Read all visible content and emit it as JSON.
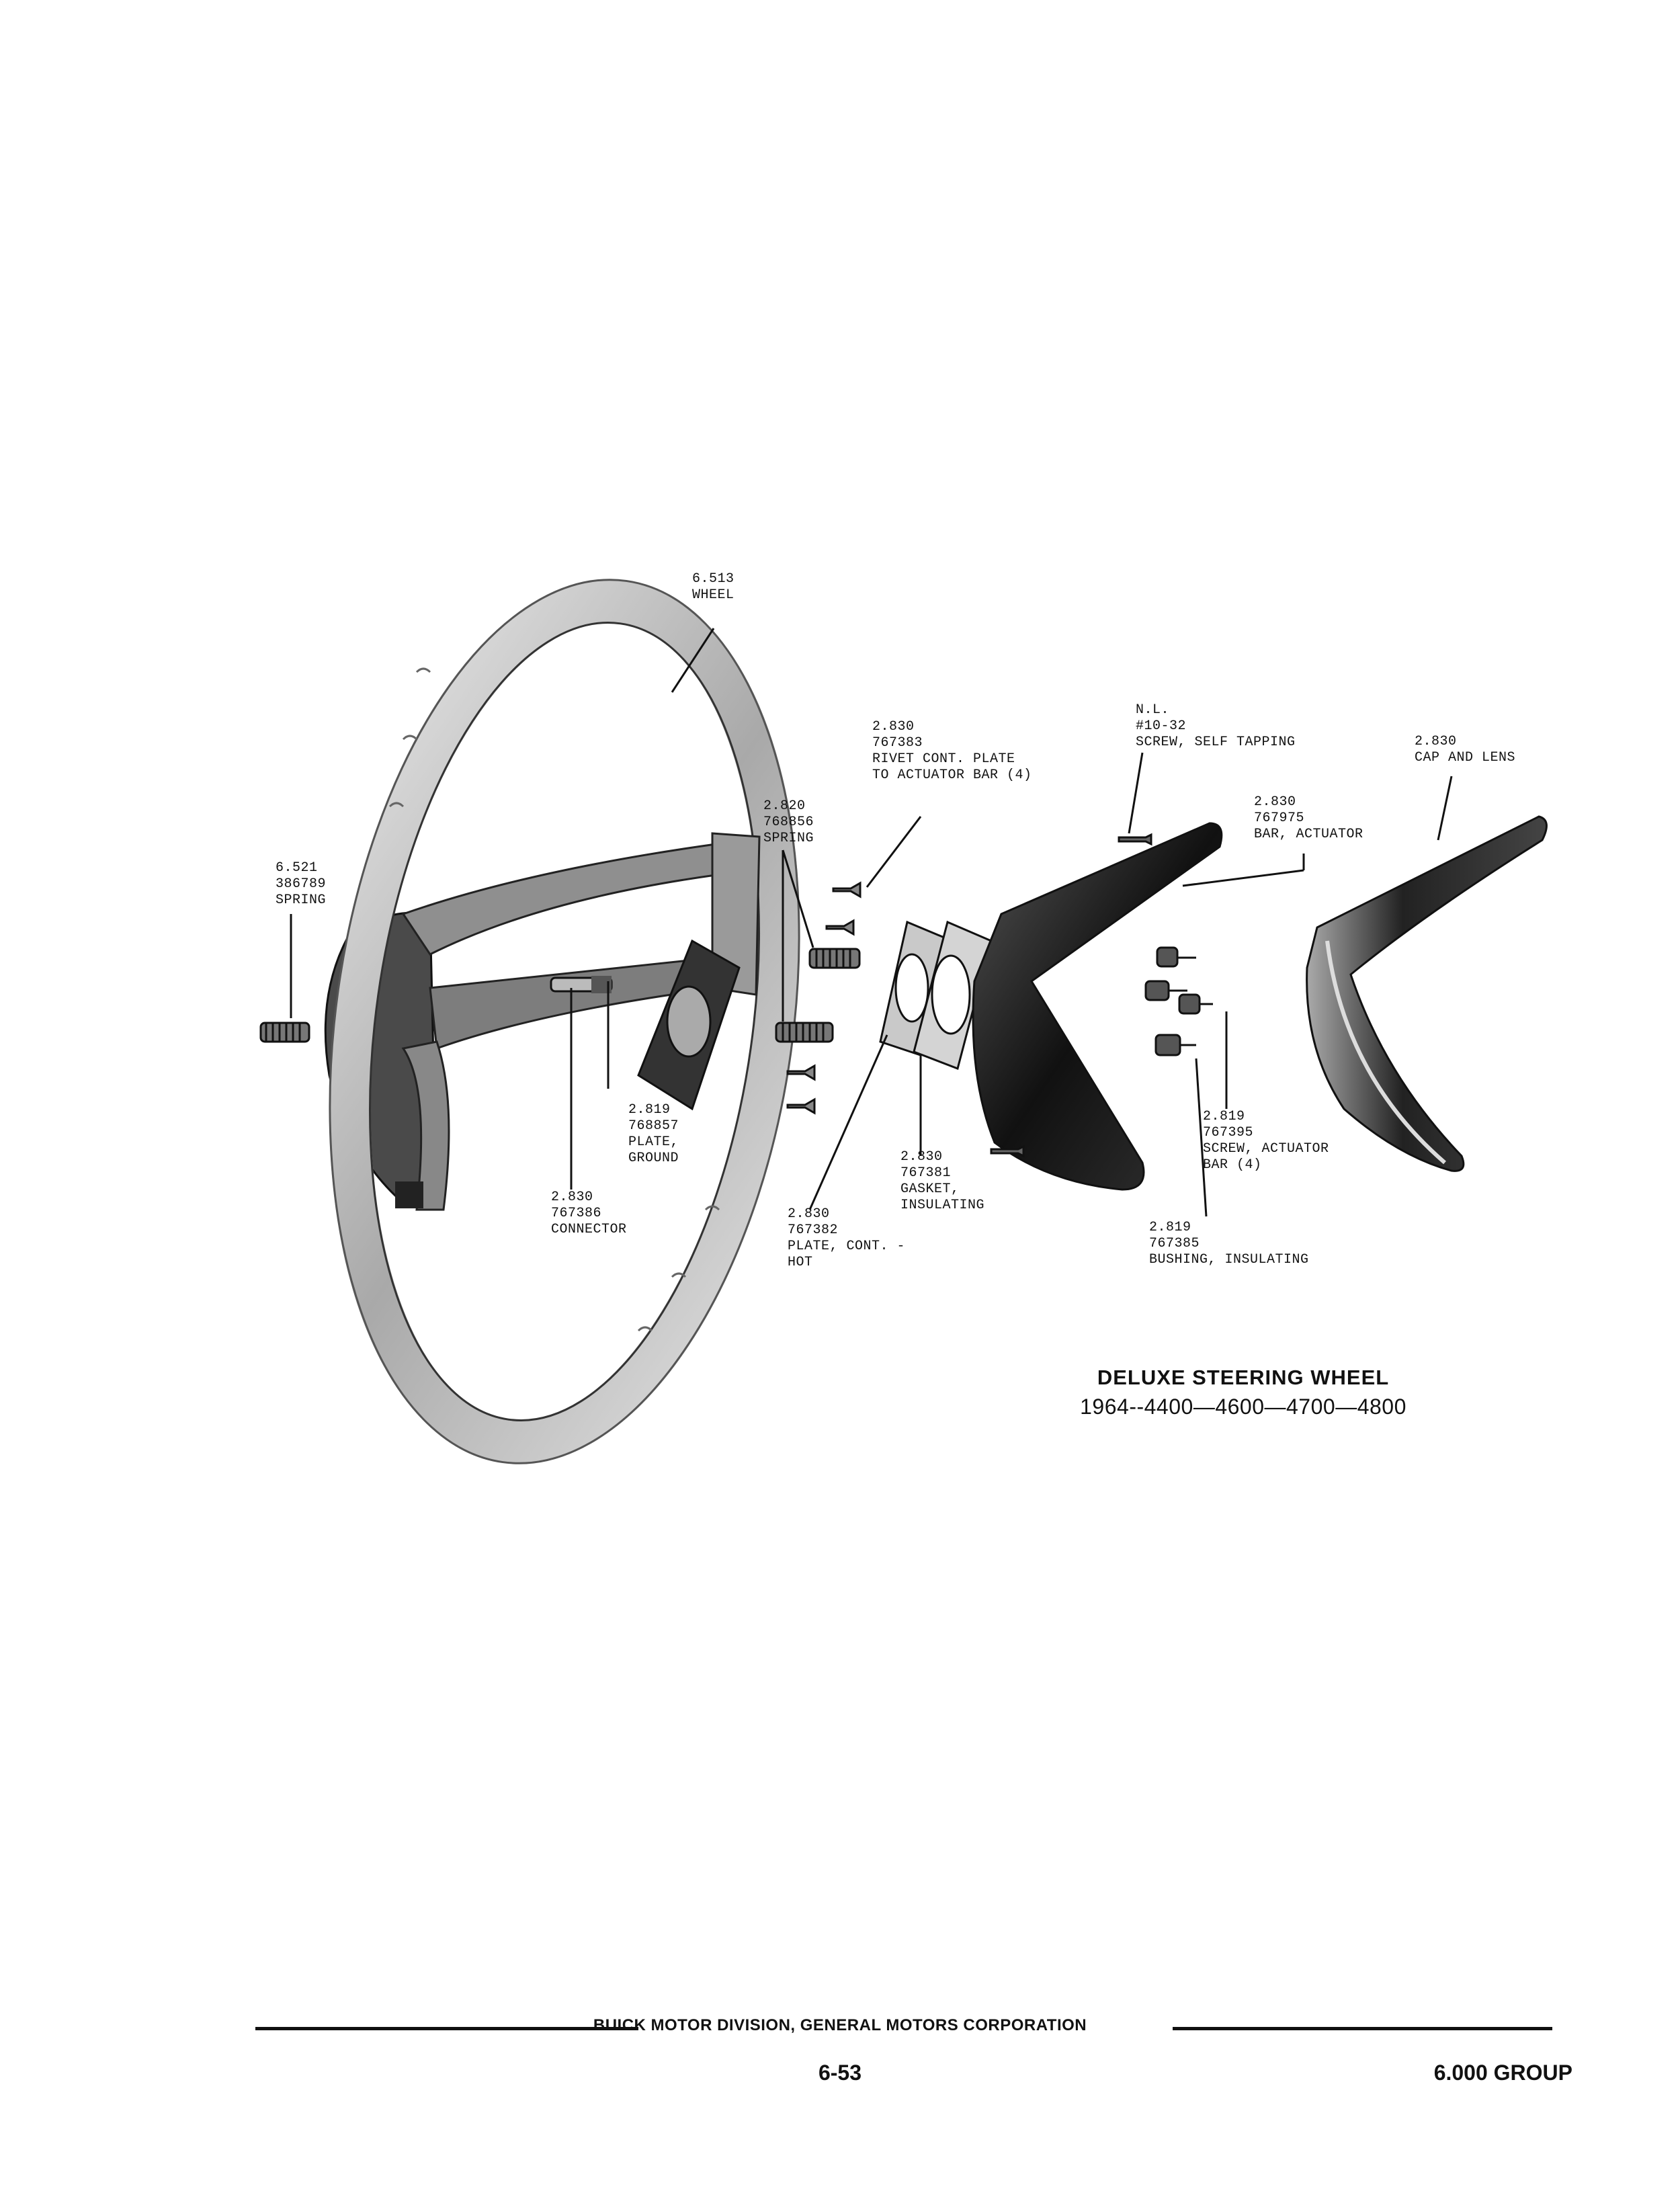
{
  "labels": {
    "wheel": {
      "num": "6.513",
      "lines": [
        "WHEEL"
      ]
    },
    "spring_left": {
      "num": "6.521",
      "lines": [
        "386789",
        "SPRING"
      ]
    },
    "rivet": {
      "num": "2.830",
      "lines": [
        "767383",
        "RIVET CONT. PLATE",
        "TO ACTUATOR BAR (4)"
      ]
    },
    "spring_mid": {
      "num": "2.820",
      "lines": [
        "768856",
        "SPRING"
      ]
    },
    "screw_self": {
      "num": "N.L.",
      "lines": [
        "#10-32",
        "SCREW, SELF TAPPING"
      ]
    },
    "cap_lens": {
      "num": "2.830",
      "lines": [
        "CAP AND LENS"
      ]
    },
    "bar_actuator": {
      "num": "2.830",
      "lines": [
        "767975",
        "BAR, ACTUATOR"
      ]
    },
    "plate_ground": {
      "num": "2.819",
      "lines": [
        "768857",
        "PLATE,",
        "GROUND"
      ]
    },
    "connector": {
      "num": "2.830",
      "lines": [
        "767386",
        "CONNECTOR"
      ]
    },
    "gasket": {
      "num": "2.830",
      "lines": [
        "767381",
        "GASKET,",
        "INSULATING"
      ]
    },
    "plate_hot": {
      "num": "2.830",
      "lines": [
        "767382",
        "PLATE, CONT. -",
        "HOT"
      ]
    },
    "screw_act": {
      "num": "2.819",
      "lines": [
        "767395",
        "SCREW, ACTUATOR",
        "BAR (4)"
      ]
    },
    "bushing": {
      "num": "2.819",
      "lines": [
        "767385",
        "BUSHING, INSULATING"
      ]
    }
  },
  "caption": {
    "title": "DELUXE STEERING WHEEL",
    "models": "1964--4400—4600—4700—4800"
  },
  "footer": {
    "publisher": "BUICK MOTOR DIVISION, GENERAL MOTORS CORPORATION",
    "page": "6-53",
    "group": "6.000 GROUP"
  },
  "colors": {
    "ink": "#111111",
    "wheel_light": "#cfcfcf",
    "wheel_dark": "#3a3a3a",
    "bar_dark": "#1c1c1c"
  }
}
